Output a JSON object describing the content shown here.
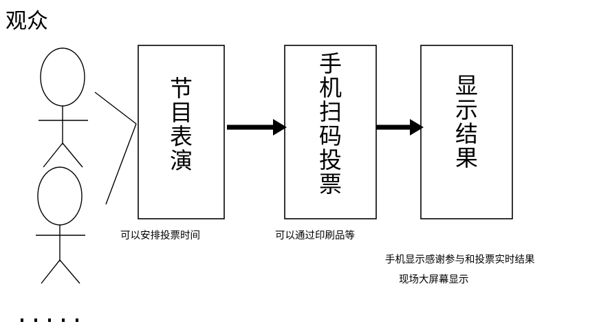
{
  "diagram": {
    "title": "观众",
    "actor_group": {
      "name": "audience-actors",
      "actor_count": 2,
      "continuation_marker": "· · · · ·",
      "continuation_dot_count": 5
    },
    "boxes": [
      {
        "id": "performance",
        "label": "节目表演",
        "label_chars": [
          "节",
          "目",
          "表",
          "演"
        ],
        "caption": "可以安排投票时间"
      },
      {
        "id": "mobile-scan-vote",
        "label": "手机扫码投票",
        "label_chars": [
          "手",
          "机",
          "扫",
          "码",
          "投",
          "票"
        ],
        "caption": "可以通过印刷品等"
      },
      {
        "id": "show-results",
        "label": "显示结果",
        "label_chars": [
          "显",
          "示",
          "结",
          "果"
        ],
        "caption": ""
      }
    ],
    "result_notes": [
      "手机显示感谢参与和投票实时结果",
      "现场大屏幕显示"
    ],
    "arrows": [
      {
        "id": "arrow-performance-to-vote",
        "from": "performance",
        "to": "mobile-scan-vote"
      },
      {
        "id": "arrow-vote-to-results",
        "from": "mobile-scan-vote",
        "to": "show-results"
      }
    ],
    "connectors": [
      {
        "id": "actor-to-performance-connector"
      }
    ],
    "colors": {
      "stroke": "#000000",
      "text": "#000000",
      "background": "#ffffff",
      "arrow": "#000000"
    }
  }
}
